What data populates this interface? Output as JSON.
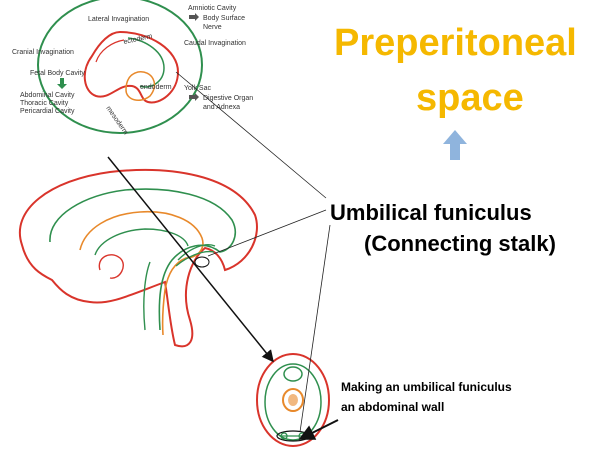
{
  "colors": {
    "accent": "#f5b800",
    "arrow_up": "#8fb4dd",
    "red": "#d9342b",
    "green": "#2f8f4e",
    "orange": "#e8892b",
    "dark": "#111111"
  },
  "title_lines": [
    "Preperitoneal",
    "space"
  ],
  "main_label_1": "Umbilical funiculus",
  "main_label_2": "(Connecting stalk)",
  "bottom_label_1": "Making an umbilical funiculus",
  "bottom_label_2": "an abdominal wall",
  "embryo": {
    "lateral_invagination": "Lateral Invagination",
    "amniotic_cavity": "Amniotic Cavity",
    "body_surface": "Body Surface",
    "nerve": "Nerve",
    "cranial_invagination": "Cranial Invagination",
    "caudal_invagination": "Caudal Invagination",
    "ectoderm": "ectoderm",
    "fetal_body_cavity": "Fetal Body Cavity",
    "abdominal_cavity": "Abdominal Cavity",
    "thoracic_cavity": "Thoracic Cavity",
    "pericardial_cavity": "Pericardial Cavity",
    "endoderm": "endoderm",
    "mesoderm": "mesoderm",
    "yolk_sac": "Yolk Sac",
    "digestive_organ": "Digestive Organ",
    "and_adnexa": "and Adnexa"
  }
}
